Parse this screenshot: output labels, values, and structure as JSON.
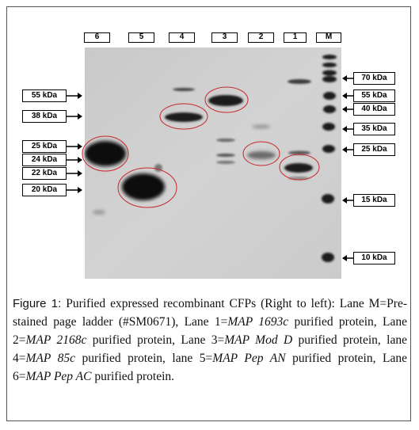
{
  "gel": {
    "lane_labels": [
      "6",
      "5",
      "4",
      "3",
      "2",
      "1",
      "M"
    ],
    "left_markers": [
      "55 kDa",
      "38 kDa",
      "25 kDa",
      "24 kDa",
      "22 kDa",
      "20 kDa"
    ],
    "right_markers": [
      "70 kDa",
      "55 kDa",
      "40 kDa",
      "35 kDa",
      "25 kDa",
      "15 kDa",
      "10 kDa"
    ]
  },
  "caption": {
    "fig_label": "Figure 1:",
    "p1": " Purified expressed recombinant CFPs (Right to left): Lane M=Pre-stained page ladder (#SM0671), Lane 1=",
    "i1": "MAP 1693c",
    "p2": " purified protein, Lane 2=",
    "i2": "MAP 2168c",
    "p3": " purified protein, Lane 3=",
    "i3": "MAP Mod D",
    "p4": " purified protein, lane 4=",
    "i4": "MAP 85c",
    "p5": " purified protein, lane 5=",
    "i5": "MAP Pep AN",
    "p6": " purified protein, Lane 6=",
    "i6": "MAP Pep AC",
    "p7": " purified protein."
  }
}
